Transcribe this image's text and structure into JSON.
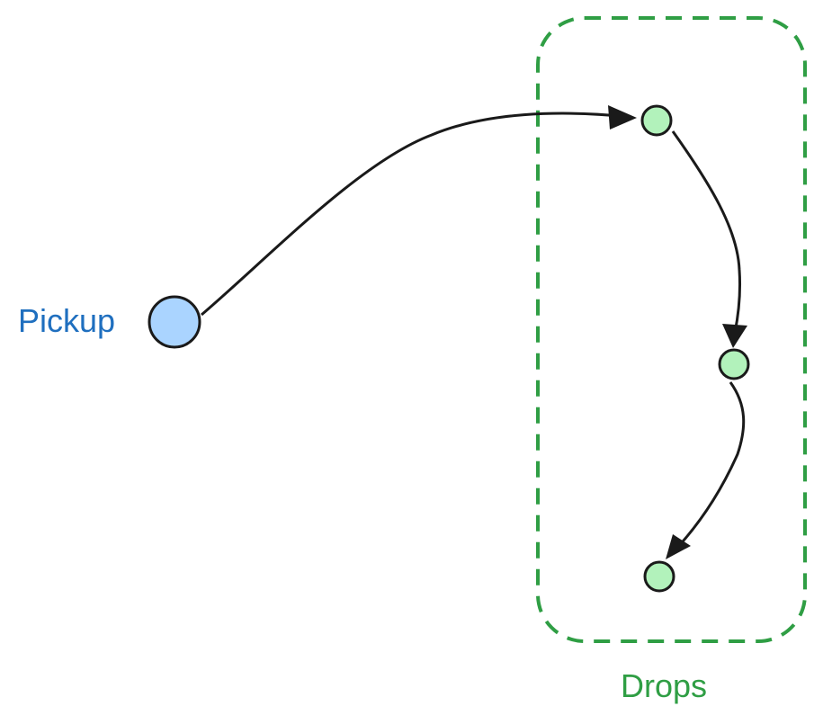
{
  "pickup": {
    "label": "Pickup",
    "label_color": "#1f6fbf",
    "node_fill": "#aad4ff",
    "node_stroke": "#1a1a1a"
  },
  "drops": {
    "label": "Drops",
    "label_color": "#2f9e44",
    "group_stroke": "#2f9e44",
    "node_fill": "#b2f2bb",
    "node_stroke": "#1a1a1a",
    "node_count": 3
  },
  "edge_color": "#1a1a1a"
}
